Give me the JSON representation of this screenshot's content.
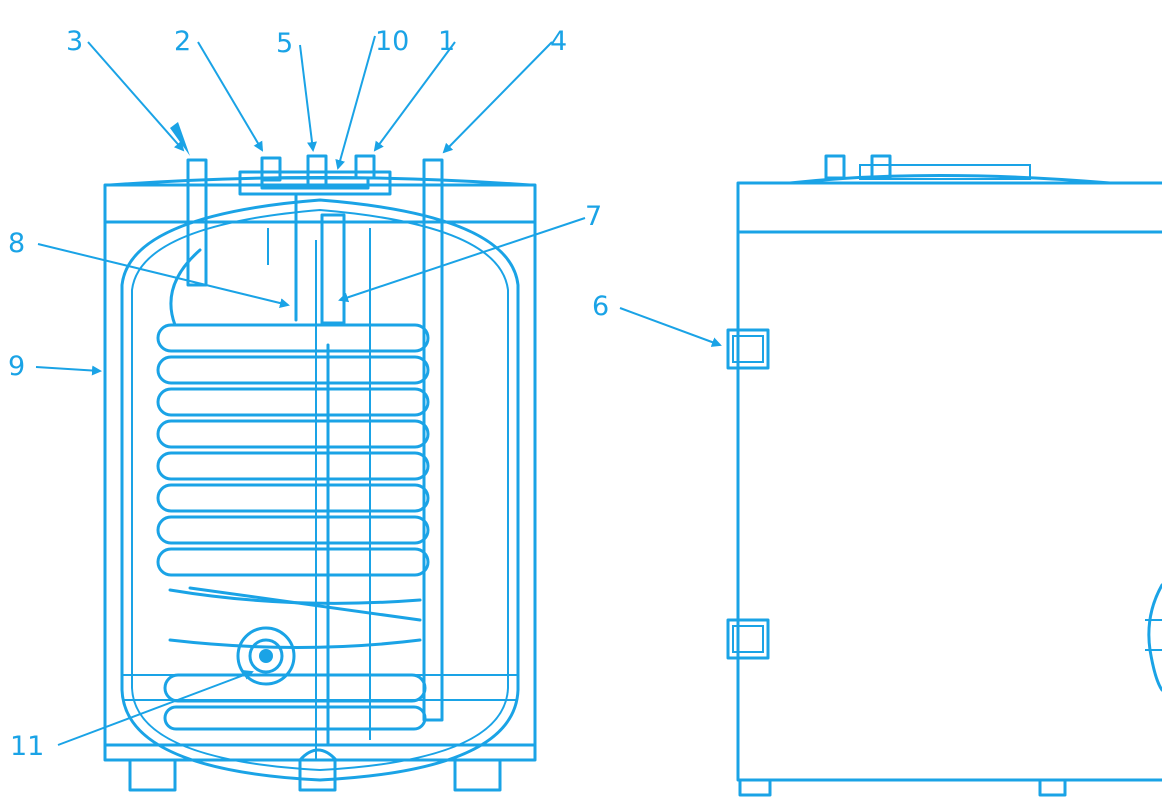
{
  "diagram": {
    "line_color": "#1aa3e6",
    "callouts": {
      "c1": "1",
      "c2": "2",
      "c3": "3",
      "c4": "4",
      "c5": "5",
      "c6": "6",
      "c7": "7",
      "c8": "8",
      "c9": "9",
      "c10": "10",
      "c11": "11"
    }
  }
}
